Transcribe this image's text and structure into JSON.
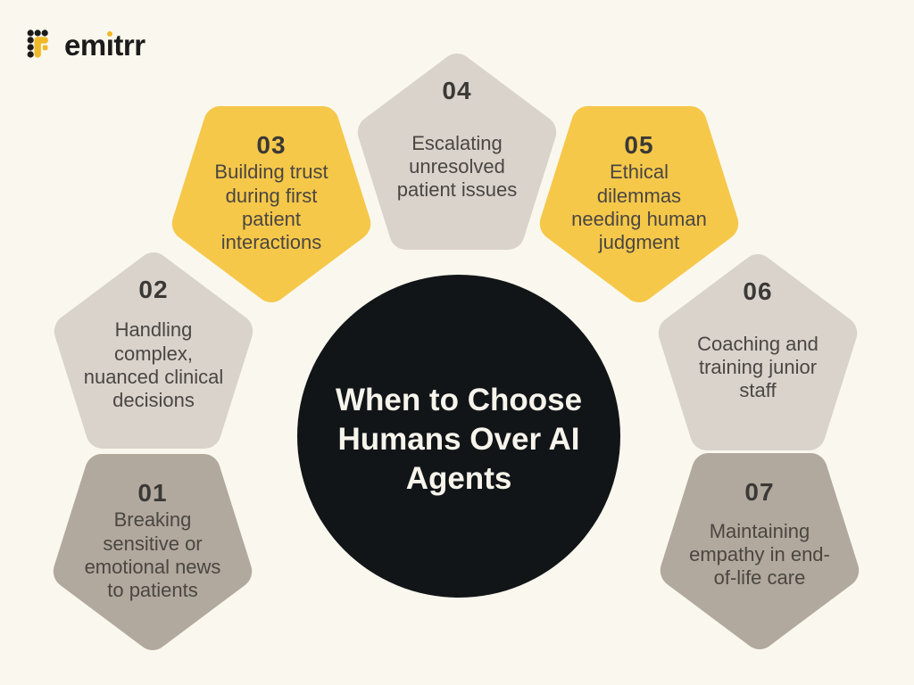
{
  "theme": {
    "bg": "#FAF8EE",
    "circle": "#121518",
    "accent": "#F0B929",
    "ink": "#1B1B1B",
    "number_color": "#3B3936",
    "body_color": "#4A4641",
    "title_color": "#F7F4EC",
    "yellow": "#F6C84A",
    "gray": "#D9D3CC",
    "taupe": "#B2A99E"
  },
  "logo": {
    "part_before_i": "em",
    "i_stem": "ı",
    "part_after_i": "trr"
  },
  "center": {
    "title": "When to Choose\nHumans Over AI\nAgents"
  },
  "items": [
    {
      "number": "01",
      "text": "Breaking\nsensitive or\nemotional news\nto patients",
      "color": "#B2A99E",
      "orientation": "down"
    },
    {
      "number": "02",
      "text": "Handling\ncomplex,\nnuanced clinical\ndecisions",
      "color": "#D9D3CC",
      "orientation": "up"
    },
    {
      "number": "03",
      "text": "Building trust\nduring first\npatient\ninteractions",
      "color": "#F6C84A",
      "orientation": "down"
    },
    {
      "number": "04",
      "text": "Escalating\nunresolved\npatient issues",
      "color": "#D9D3CC",
      "orientation": "up"
    },
    {
      "number": "05",
      "text": "Ethical\ndilemmas\nneeding human\njudgment",
      "color": "#F6C84A",
      "orientation": "down"
    },
    {
      "number": "06",
      "text": "Coaching and\ntraining junior\nstaff",
      "color": "#D9D3CC",
      "orientation": "up"
    },
    {
      "number": "07",
      "text": "Maintaining\nempathy in end-\nof-life care",
      "color": "#B2A99E",
      "orientation": "down"
    }
  ]
}
